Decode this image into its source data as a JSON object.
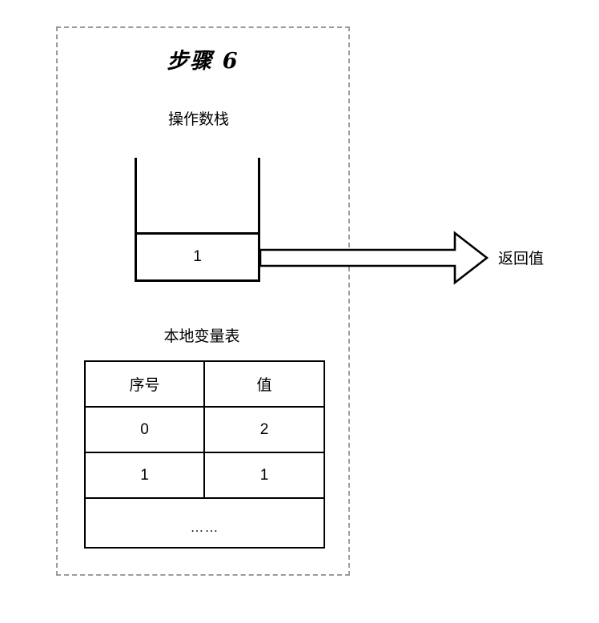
{
  "diagram": {
    "title": "步骤 6",
    "frame_style": "dashed",
    "frame_color": "#9b9b9b",
    "stroke_color": "#000000",
    "background": "#ffffff"
  },
  "operand_stack": {
    "caption": "操作数栈",
    "slots": [
      {
        "value": "1"
      }
    ]
  },
  "arrow": {
    "direction": "right",
    "style": "hollow-block-arrow",
    "label": "返回值"
  },
  "local_variable_table": {
    "caption": "本地变量表",
    "headers": [
      "序号",
      "值"
    ],
    "rows": [
      [
        "0",
        "2"
      ],
      [
        "1",
        "1"
      ]
    ],
    "continuation": "……"
  }
}
